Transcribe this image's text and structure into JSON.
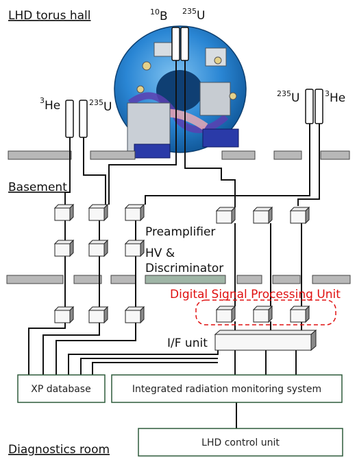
{
  "sections": {
    "torus_hall": "LHD torus hall",
    "basement": "Basement",
    "diagnostics_room": "Diagnostics room"
  },
  "detectors": {
    "center_left": {
      "base": "10",
      "suffix": "B"
    },
    "center_right": {
      "base": "235",
      "suffix": "U"
    },
    "left_he": {
      "base": "3",
      "suffix": "He"
    },
    "left_u": {
      "base": "235",
      "suffix": "U"
    },
    "right_u": {
      "base": "235",
      "suffix": "U"
    },
    "right_he": {
      "base": "3",
      "suffix": "He"
    }
  },
  "labels": {
    "preamplifier": "Preamplifier",
    "hv_line1": "HV &",
    "hv_line2": "Discriminator",
    "dsp_unit": "Digital Signal Processing Unit",
    "if_unit": "I/F unit"
  },
  "boxes": {
    "xp_database": "XP database",
    "integrated_monitoring": "Integrated radiation monitoring system",
    "lhd_control": "LHD control unit"
  },
  "colors": {
    "box_border": "#2d5a3a",
    "dsp_label": "#e01010",
    "floor_gray": "#b8b8b8",
    "torus_blue": "#1f7fd0",
    "floor_green": "#9fb5a6"
  }
}
